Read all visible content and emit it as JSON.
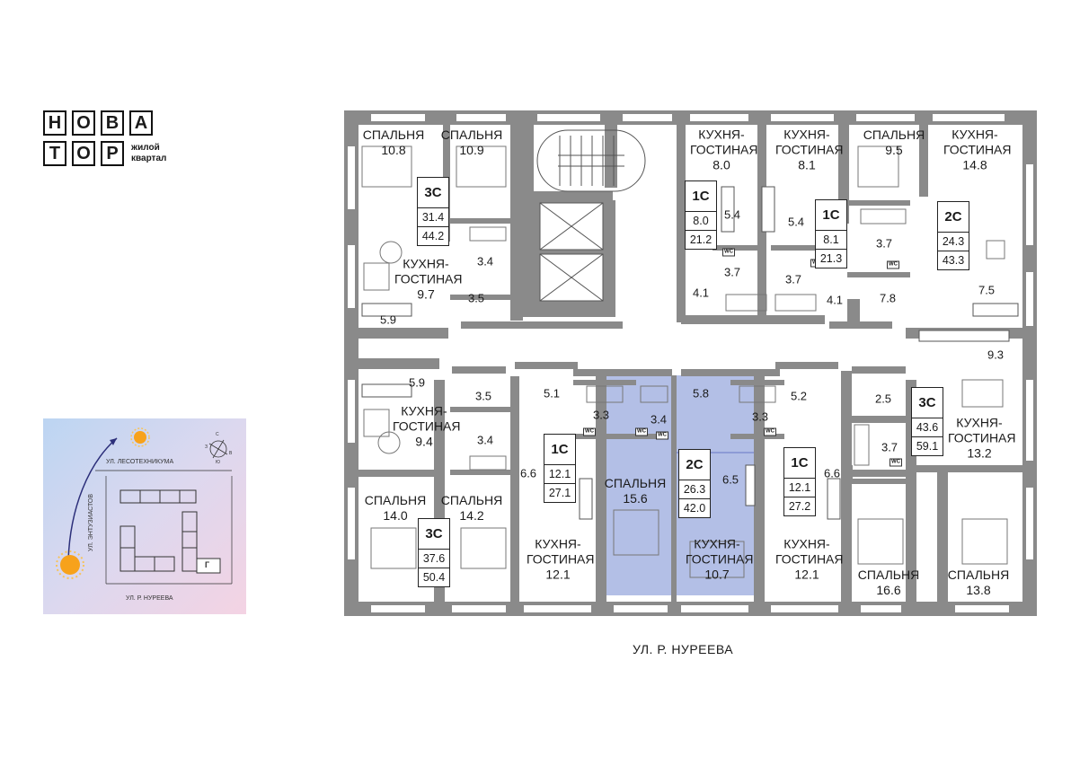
{
  "brand": {
    "letters": [
      "Н",
      "О",
      "В",
      "А",
      "Т",
      "О",
      "Р"
    ],
    "subtitle_line1": "жилой",
    "subtitle_line2": "квартал"
  },
  "site_map": {
    "street_north": "УЛ. ЛЕСОТЕХНИКУМА",
    "street_west": "УЛ. ЭНТУЗИАСТОВ",
    "street_south": "УЛ. Р. НУРЕЕВА",
    "building_marker": "Г",
    "compass": [
      "З",
      "С",
      "В",
      "Ю"
    ]
  },
  "street_label": "УЛ. Р. НУРЕЕВА",
  "colors": {
    "wall": "#8a8a8a",
    "highlight": "#b3bfe6",
    "highlight_stroke": "#8d9bd6"
  },
  "apartments": [
    {
      "id": "a1",
      "type": "3С",
      "living": "31.4",
      "total": "44.2",
      "highlighted": false
    },
    {
      "id": "a2",
      "type": "1С",
      "living": "8.0",
      "total": "21.2",
      "highlighted": false
    },
    {
      "id": "a3",
      "type": "1С",
      "living": "8.1",
      "total": "21.3",
      "highlighted": false
    },
    {
      "id": "a4",
      "type": "2С",
      "living": "24.3",
      "total": "43.3",
      "highlighted": false
    },
    {
      "id": "a5",
      "type": "3С",
      "living": "43.6",
      "total": "59.1",
      "highlighted": false
    },
    {
      "id": "a6",
      "type": "1С",
      "living": "12.1",
      "total": "27.1",
      "highlighted": false
    },
    {
      "id": "a7",
      "type": "2С",
      "living": "26.3",
      "total": "42.0",
      "highlighted": true
    },
    {
      "id": "a8",
      "type": "1С",
      "living": "12.1",
      "total": "27.2",
      "highlighted": false
    },
    {
      "id": "a9",
      "type": "3С",
      "living": "37.6",
      "total": "50.4",
      "highlighted": false
    }
  ],
  "rooms": [
    {
      "name": "СПАЛЬНЯ",
      "area": "10.8"
    },
    {
      "name": "СПАЛЬНЯ",
      "area": "10.9"
    },
    {
      "name": "КУХНЯ-ГОСТИНАЯ",
      "area": "8.0"
    },
    {
      "name": "КУХНЯ-ГОСТИНАЯ",
      "area": "8.1"
    },
    {
      "name": "СПАЛЬНЯ",
      "area": "9.5"
    },
    {
      "name": "КУХНЯ-ГОСТИНАЯ",
      "area": "14.8"
    },
    {
      "name": "КУХНЯ-ГОСТИНАЯ",
      "area": "9.7"
    },
    {
      "name": "КУХНЯ-ГОСТИНАЯ",
      "area": "9.4"
    },
    {
      "name": "СПАЛЬНЯ",
      "area": "15.6"
    },
    {
      "name": "КУХНЯ-ГОСТИНАЯ",
      "area": "13.2"
    },
    {
      "name": "СПАЛЬНЯ",
      "area": "14.0"
    },
    {
      "name": "СПАЛЬНЯ",
      "area": "14.2"
    },
    {
      "name": "КУХНЯ-ГОСТИНАЯ",
      "area": "12.1"
    },
    {
      "name": "КУХНЯ-ГОСТИНАЯ",
      "area": "10.7"
    },
    {
      "name": "КУХНЯ-ГОСТИНАЯ",
      "area": "12.1"
    },
    {
      "name": "СПАЛЬНЯ",
      "area": "16.6"
    },
    {
      "name": "СПАЛЬНЯ",
      "area": "13.8"
    }
  ],
  "areas": [
    "3.4",
    "3.5",
    "5.9",
    "5.4",
    "5.4",
    "3.7",
    "3.7",
    "4.1",
    "4.1",
    "3.7",
    "7.8",
    "7.5",
    "9.3",
    "5.9",
    "3.5",
    "3.4",
    "5.1",
    "3.3",
    "3.4",
    "5.8",
    "3.3",
    "5.2",
    "2.5",
    "3.7",
    "6.6",
    "6.5",
    "6.6"
  ],
  "wc_label": "WC"
}
